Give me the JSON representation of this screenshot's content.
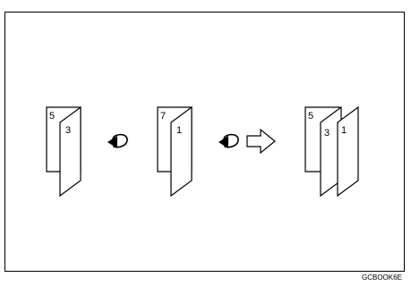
{
  "booklet_1": {
    "outer_page": "5",
    "inner_page": "3"
  },
  "booklet_2": {
    "outer_page": "7",
    "inner_page": "1"
  },
  "result": {
    "page_a": "5",
    "page_b": "3",
    "page_c": "1"
  },
  "figure_code": "GCBOOK6E",
  "icons": {
    "flip": "flip-over-icon",
    "arrow": "right-arrow-icon"
  }
}
